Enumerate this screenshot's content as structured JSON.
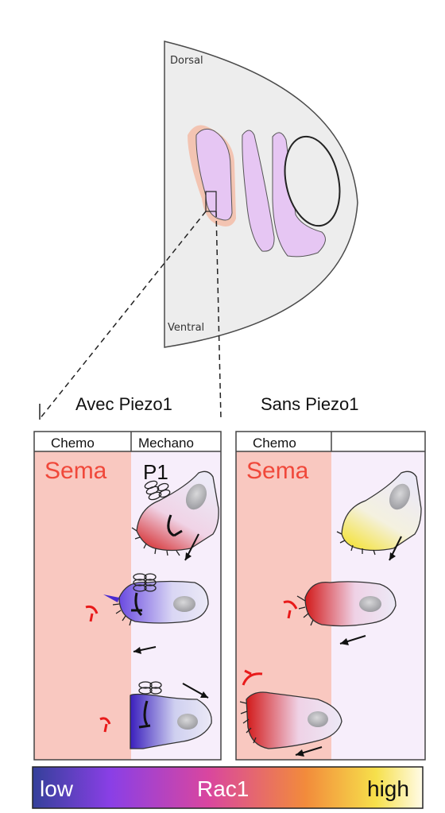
{
  "section": {
    "dorsal_label": "Dorsal",
    "ventral_label": "Ventral"
  },
  "panels": {
    "left": {
      "title": "Avec Piezo1",
      "header_left": "Chemo",
      "header_right": "Mechano",
      "sema_label": "Sema",
      "p1_label": "P1"
    },
    "right": {
      "title": "Sans Piezo1",
      "header_left": "Chemo",
      "header_right": "",
      "sema_label": "Sema"
    }
  },
  "colorbar": {
    "low_label": "low",
    "mid_label": "Rac1",
    "high_label": "high",
    "gradient": [
      "#3b3f9e",
      "#8b3fe0",
      "#d94b9a",
      "#f08a3a",
      "#f7e04a",
      "#fffbe6"
    ]
  },
  "colors": {
    "chemo_zone": "#f9c8c0",
    "mechano_zone": "#f6eefc",
    "sema_text": "#f0483a",
    "tissue_fill": "#e8ccf5",
    "tissue_rim": "#f3c0b0",
    "rac1_low": "#4b2bc4",
    "rac1_mid": "#d81f2a",
    "rac1_high": "#f7e24a"
  }
}
